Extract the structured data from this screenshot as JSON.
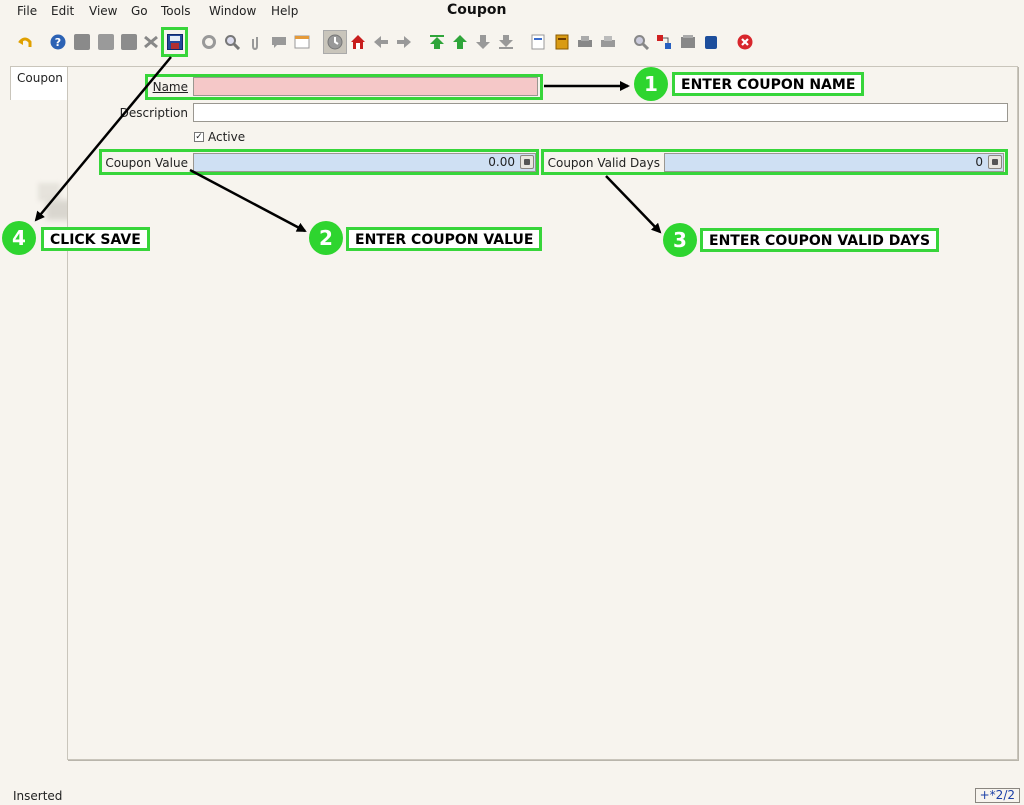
{
  "menu": [
    "File",
    "Edit",
    "View",
    "Go",
    "Tools",
    "Window",
    "Help"
  ],
  "window_title": "Coupon",
  "tab": {
    "label": "Coupon"
  },
  "form": {
    "name_label": "Name",
    "name_value": "",
    "description_label": "Description",
    "description_value": "",
    "active_label": "Active",
    "active_checked": true,
    "coupon_value_label": "Coupon Value",
    "coupon_value": "0.00",
    "coupon_valid_days_label": "Coupon Valid Days",
    "coupon_valid_days": "0"
  },
  "callouts": [
    {
      "number": "1",
      "text": "ENTER COUPON NAME"
    },
    {
      "number": "2",
      "text": "ENTER COUPON VALUE"
    },
    {
      "number": "3",
      "text": "ENTER COUPON VALID DAYS"
    },
    {
      "number": "4",
      "text": "CLICK SAVE"
    }
  ],
  "status": {
    "text": "Inserted",
    "record": "+*2/2"
  },
  "colors": {
    "highlight": "#37d53a",
    "mandatory_field": "#f5c8c8",
    "readonly_field": "#cfe0f3",
    "background": "#f7f4ee"
  }
}
